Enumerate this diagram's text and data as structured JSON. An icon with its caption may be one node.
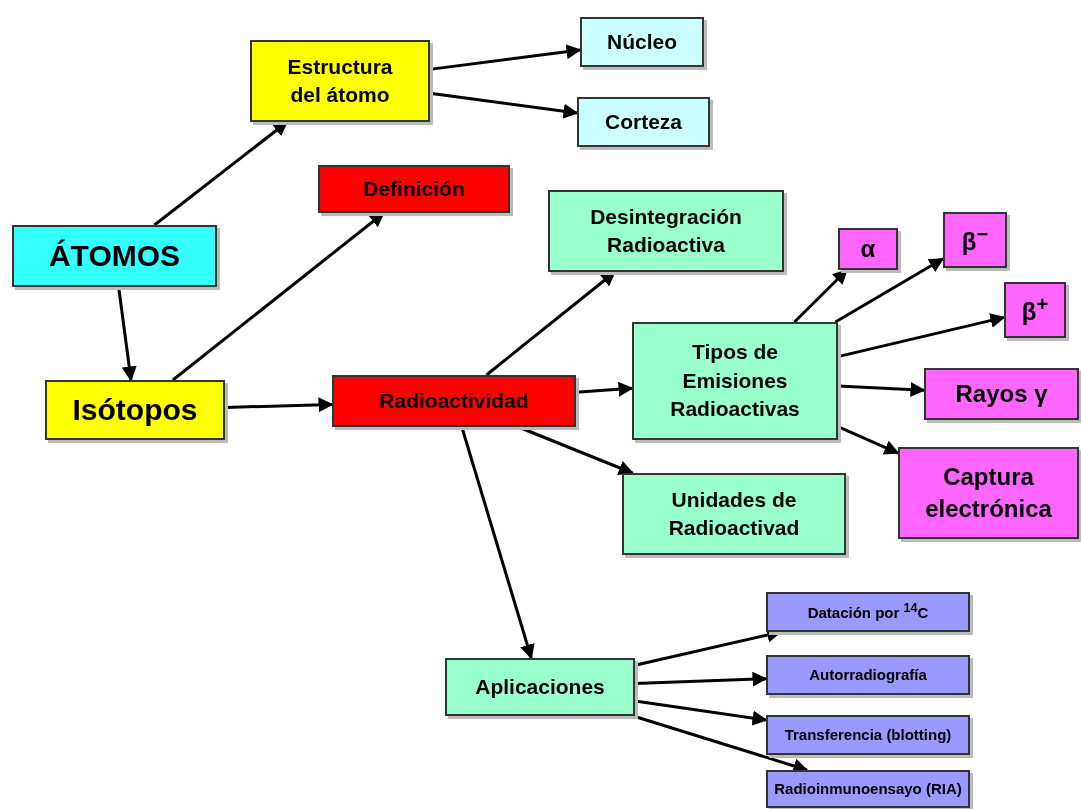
{
  "diagram": {
    "nodes": [
      {
        "text": [
          "ÁTOMOS"
        ]
      },
      {
        "text": [
          "Estructura del átomo"
        ]
      },
      {
        "text": [
          "Núcleo"
        ]
      },
      {
        "text": [
          "Corteza"
        ]
      },
      {
        "text": [
          "Definición"
        ]
      },
      {
        "text": [
          "Isótopos"
        ]
      },
      {
        "text": [
          "Radioactividad"
        ]
      },
      {
        "text": [
          "Desintegración Radioactiva"
        ]
      },
      {
        "text": [
          "Tipos de Emisiones Radioactivas"
        ]
      },
      {
        "text": [
          "Unidades de Radioactivad"
        ]
      },
      {
        "text": [
          "α"
        ]
      },
      {
        "text": [
          "β$^{−}$"
        ]
      },
      {
        "text": [
          "β$^{+}$"
        ]
      },
      {
        "text": [
          "Rayos γ"
        ]
      },
      {
        "text": [
          "Captura electrónica"
        ]
      },
      {
        "text": [
          "Aplicaciones"
        ]
      },
      {
        "text": [
          "Datación por $^{14}$C"
        ]
      },
      {
        "text": [
          "Autorradiografía"
        ]
      },
      {
        "text": [
          "Transferencia (blotting)"
        ]
      },
      {
        "text": [
          "Radioinmunoensayo (RIA)"
        ]
      }
    ],
    "edges": [
      {
        "from": 0,
        "to": 1,
        "arrow": "to"
      },
      {
        "from": 1,
        "to": 2,
        "arrow": "to"
      },
      {
        "from": 1,
        "to": 3,
        "arrow": "to"
      },
      {
        "from": 0,
        "to": 5,
        "arrow": "to"
      },
      {
        "from": 5,
        "to": 4,
        "arrow": "to"
      },
      {
        "from": 5,
        "to": 6,
        "arrow": "to"
      },
      {
        "from": 6,
        "to": 7,
        "arrow": "to"
      },
      {
        "from": 6,
        "to": 8,
        "arrow": "to"
      },
      {
        "from": 6,
        "to": 9,
        "arrow": "to"
      },
      {
        "from": 6,
        "to": 15,
        "arrow": "to"
      },
      {
        "from": 8,
        "to": 10,
        "arrow": "to"
      },
      {
        "from": 8,
        "to": 11,
        "arrow": "to"
      },
      {
        "from": 8,
        "to": 12,
        "arrow": "to"
      },
      {
        "from": 8,
        "to": 13,
        "arrow": "to"
      },
      {
        "from": 8,
        "to": 14,
        "arrow": "to"
      },
      {
        "from": 15,
        "to": 16,
        "arrow": "to"
      },
      {
        "from": 15,
        "to": 17,
        "arrow": "to"
      },
      {
        "from": 15,
        "to": 18,
        "arrow": "to"
      },
      {
        "from": 15,
        "to": 19,
        "arrow": "to"
      }
    ]
  }
}
